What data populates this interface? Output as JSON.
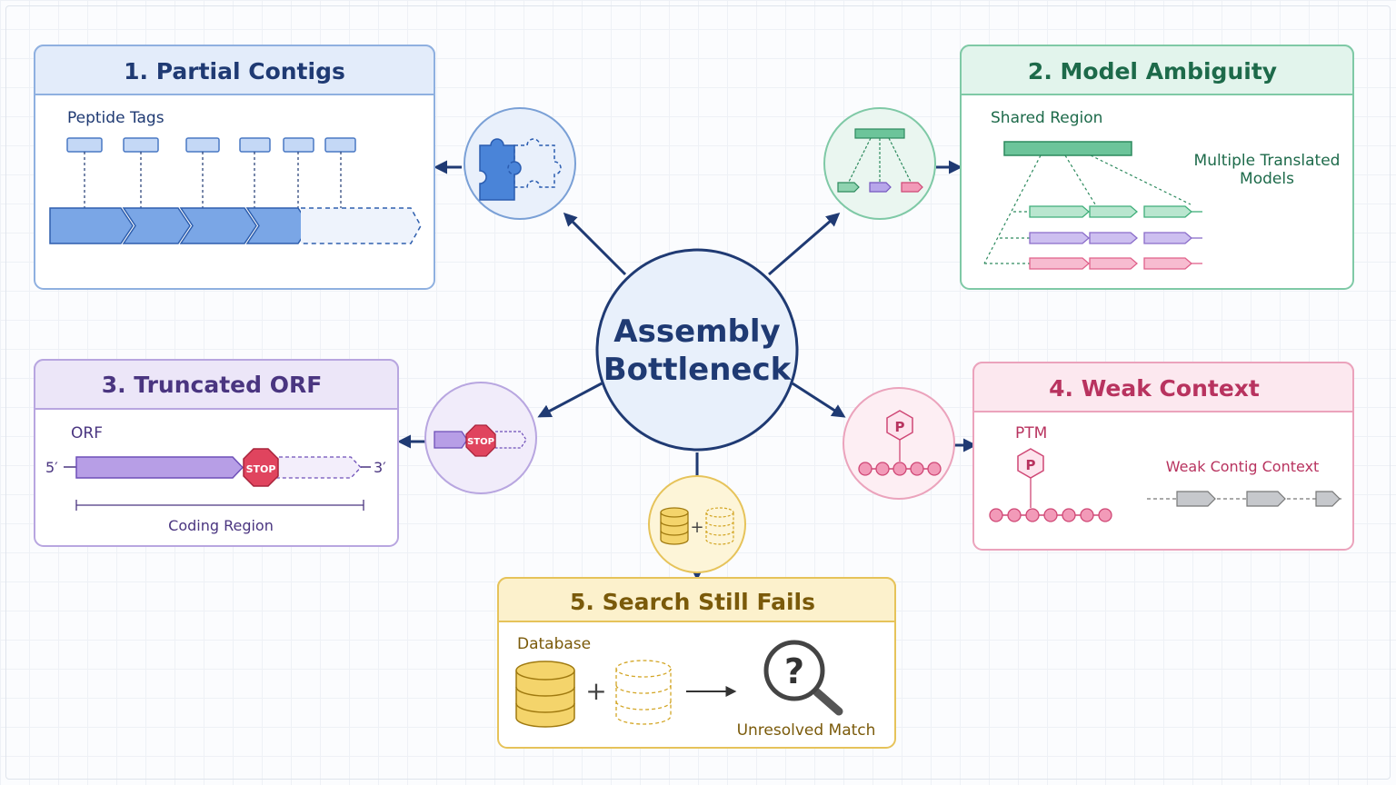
{
  "center": {
    "line1": "Assembly",
    "line2": "Bottleneck"
  },
  "panel1": {
    "title": "1. Partial Contigs",
    "label": "Peptide Tags"
  },
  "panel2": {
    "title": "2. Model Ambiguity",
    "label": "Shared Region",
    "note_line1": "Multiple Translated",
    "note_line2": "Models"
  },
  "panel3": {
    "title": "3. Truncated ORF",
    "label": "ORF",
    "five": "5′",
    "three": "3′",
    "stop": "STOP",
    "coding": "Coding Region"
  },
  "panel4": {
    "title": "4. Weak Context",
    "label": "PTM",
    "p": "P",
    "context": "Weak Contig Context"
  },
  "panel5": {
    "title": "5. Search Still Fails",
    "label": "Database",
    "plus": "+",
    "unresolved": "Unresolved Match",
    "q": "?"
  },
  "icons": {
    "stop": "STOP",
    "p": "P",
    "plus": "+"
  },
  "colors": {
    "blue": "#5b8de0",
    "green": "#3fae7a",
    "purple": "#8a6cc9",
    "pink": "#e0608a",
    "gold": "#c99a1a",
    "navy": "#1f3a73"
  }
}
